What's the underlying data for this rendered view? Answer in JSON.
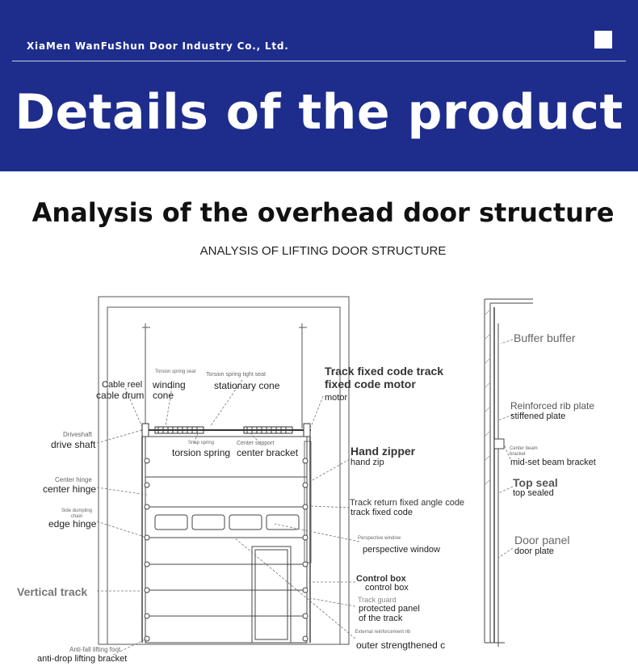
{
  "header": {
    "company": "XiaMen WanFuShun Door Industry Co., Ltd.",
    "title": "Details of the product"
  },
  "section": {
    "title": "Analysis of the overhead door structure",
    "diagram_title": "ANALYSIS OF LIFTING DOOR STRUCTURE"
  },
  "labels": {
    "cable_reel": "Cable reel",
    "cable_drum": "cable drum",
    "torsion_spring_seat": "Torsion spring seat",
    "winding": "winding",
    "cone": "cone",
    "torsion_spring_tight_seat": "Torsion spring tight seat",
    "stationary_cone": "stationary cone",
    "track_fixed_line1": "Track fixed code track",
    "track_fixed_line2": "fixed code motor",
    "motor": "motor",
    "driveshaft": "Driveshaft",
    "drive_shaft": "drive shaft",
    "snap_spring": "Snap spring",
    "torsion_spring": "torsion spring",
    "center_support": "Center support",
    "center_bracket": "center bracket",
    "hand_zipper": "Hand zipper",
    "hand_zip": "hand zip",
    "center_hinge_en": "Center hinge",
    "center_hinge": "center hinge",
    "side_dumpling_chain": "Side dumpling chain",
    "edge_hinge": "edge hinge",
    "track_return": "Track return fixed angle code",
    "track_fixed_code": "track fixed code",
    "perspective_window_en": "Perspective window",
    "perspective_window": "perspective window",
    "vertical_track": "Vertical track",
    "control_box_en": "Control box",
    "control_box": "control box",
    "track_guard": "Track guard",
    "protected_panel_1": "protected panel",
    "protected_panel_2": "of the track",
    "external_rib": "External reinforcement rib",
    "outer_strengthened": "outer strengthened c",
    "anti_fall_foot": "Anti-fall lifting foot",
    "anti_drop_bracket": "anti-drop lifting bracket",
    "buffer_buffer": "Buffer buffer",
    "reinforced_rib_plate": "Reinforced rib plate",
    "stiffened_plate": "stiffened plate",
    "center_beam_bracket_en": "Center beam bracket",
    "mid_set_beam_bracket": "mid-set beam bracket",
    "top_seal": "Top seal",
    "top_sealed": "top sealed",
    "door_panel": "Door panel",
    "door_plate": "door plate"
  },
  "colors": {
    "banner": "#1e2d8c",
    "line": "#555555"
  }
}
